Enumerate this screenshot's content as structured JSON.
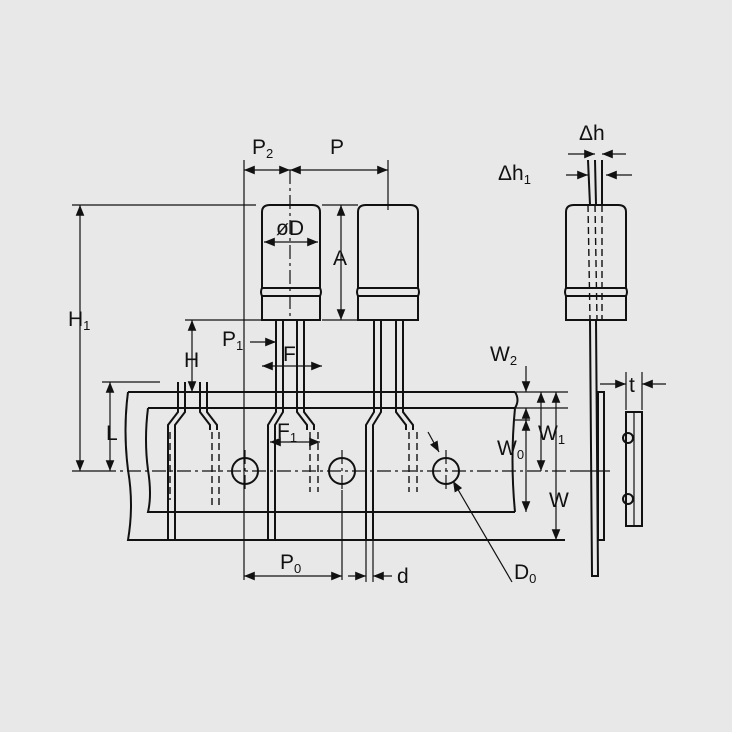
{
  "labels": {
    "P2": {
      "main": "P",
      "sub": "2"
    },
    "P": {
      "main": "P",
      "sub": ""
    },
    "phiD": {
      "main": "øD",
      "sub": ""
    },
    "A": {
      "main": "A",
      "sub": ""
    },
    "H1": {
      "main": "H",
      "sub": "1"
    },
    "P1": {
      "main": "P",
      "sub": "1"
    },
    "F": {
      "main": "F",
      "sub": ""
    },
    "H": {
      "main": "H",
      "sub": ""
    },
    "L": {
      "main": "L",
      "sub": ""
    },
    "F1": {
      "main": "F",
      "sub": "1"
    },
    "P0": {
      "main": "P",
      "sub": "0"
    },
    "d": {
      "main": "d",
      "sub": ""
    },
    "D0": {
      "main": "D",
      "sub": "0"
    },
    "W2": {
      "main": "W",
      "sub": "2"
    },
    "W1": {
      "main": "W",
      "sub": "1"
    },
    "W0": {
      "main": "W",
      "sub": "0"
    },
    "W": {
      "main": "W",
      "sub": ""
    },
    "dh": {
      "main": "Δh",
      "sub": ""
    },
    "dh1": {
      "main": "Δh",
      "sub": "1"
    },
    "t": {
      "main": "t",
      "sub": ""
    }
  },
  "colors": {
    "background": "#e8e8e8",
    "ink": "#111111"
  }
}
